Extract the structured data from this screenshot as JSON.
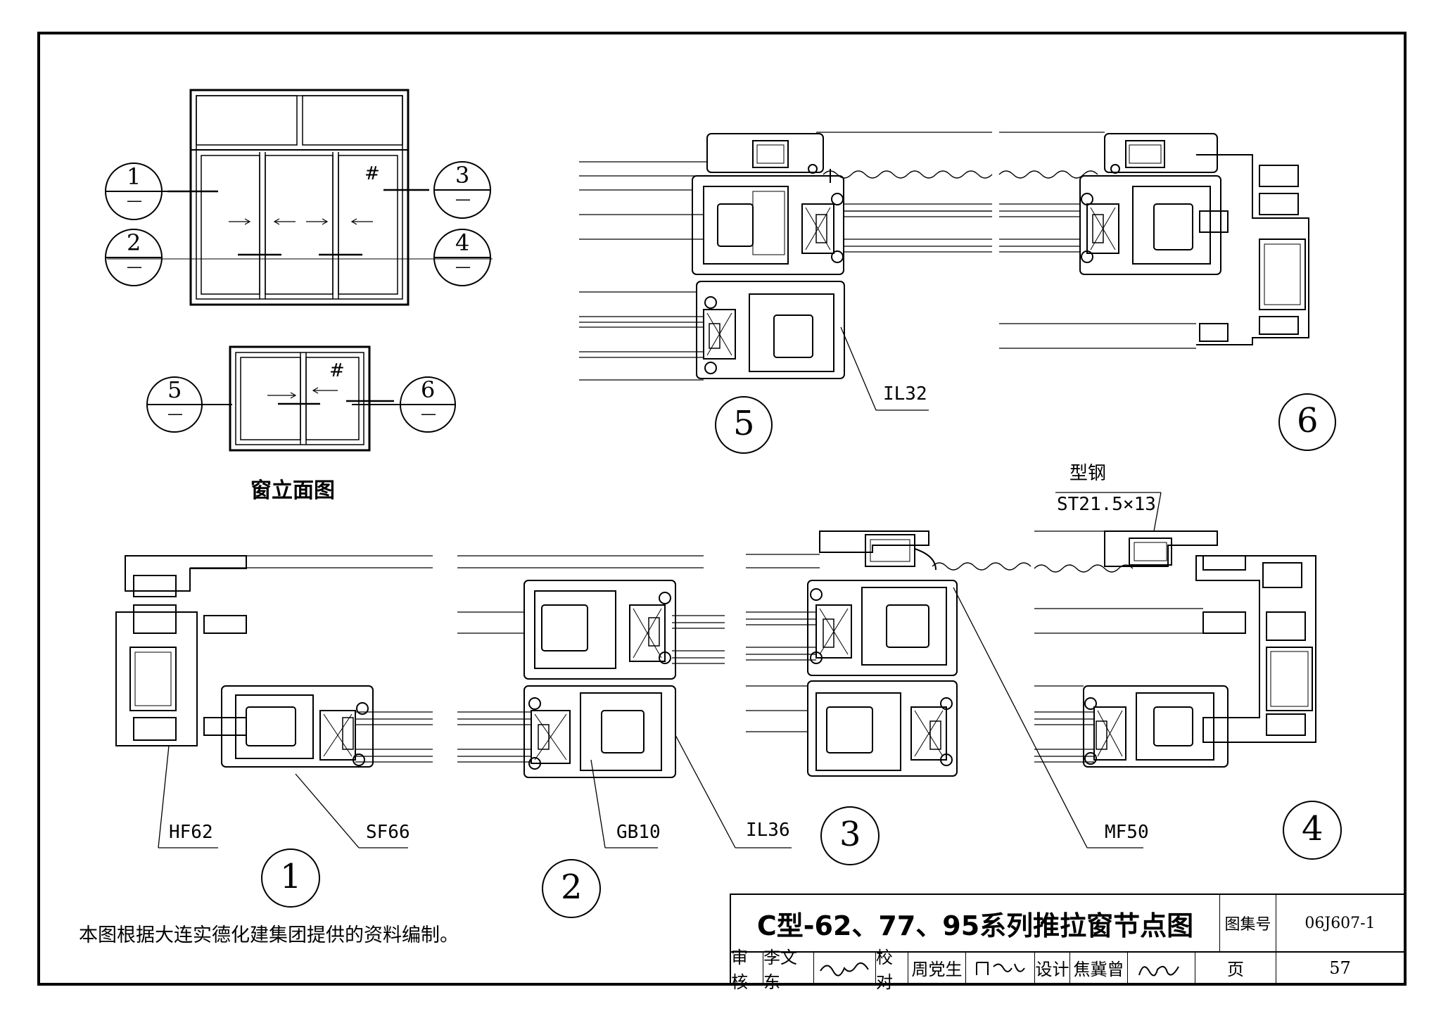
{
  "elevation": {
    "caption": "窗立面图",
    "detail_ids": [
      "1",
      "2",
      "3",
      "4",
      "5",
      "6"
    ],
    "mark": "#"
  },
  "sections": {
    "detail_ids": [
      "1",
      "2",
      "3",
      "4",
      "5",
      "6"
    ]
  },
  "profile_labels": {
    "il32": "IL32",
    "steel_name": "型钢",
    "steel_size": "ST21.5×13",
    "hf62": "HF62",
    "sf66": "SF66",
    "gb10": "GB10",
    "il36": "IL36",
    "mf50": "MF50"
  },
  "note": "本图根据大连实德化建集团提供的资料编制。",
  "title_block": {
    "title": "C型-62、77、95系列推拉窗节点图",
    "atlas_label": "图集号",
    "atlas_no": "06J607-1",
    "review_label": "审核",
    "reviewer": "李文东",
    "check_label": "校对",
    "checker": "周党生",
    "design_label": "设计",
    "designer": "焦冀曾",
    "page_label": "页",
    "page_no": "57"
  }
}
